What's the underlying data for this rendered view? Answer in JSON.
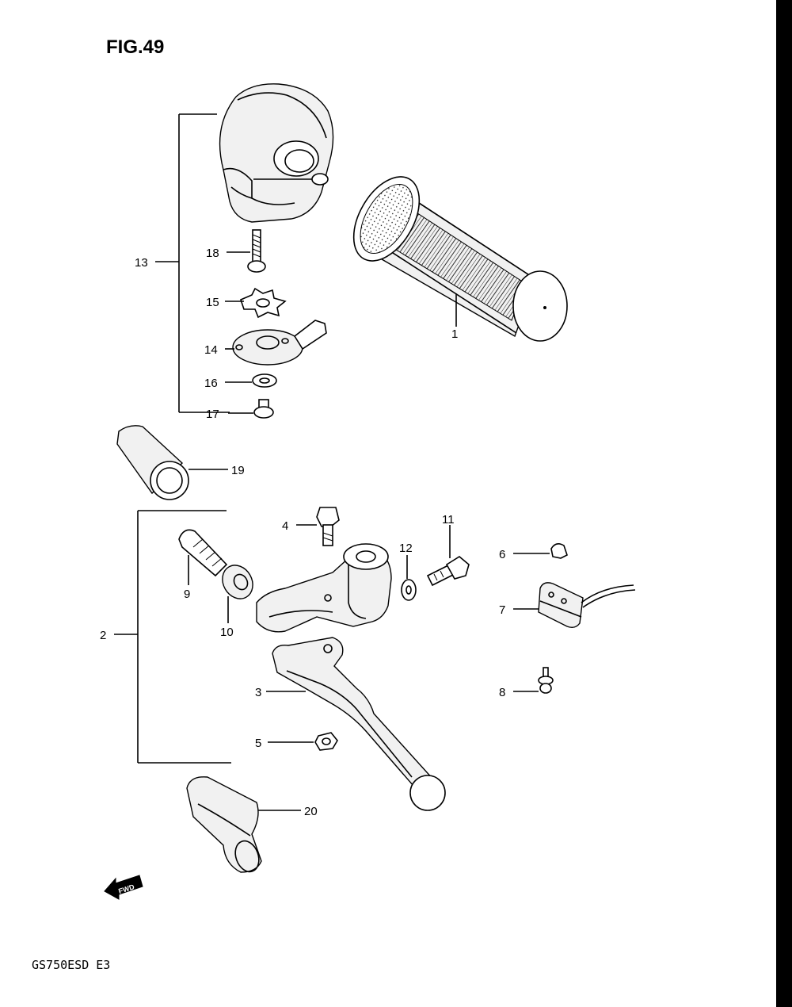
{
  "figure": {
    "title": "FIG.49",
    "model_code": "GS750ESD  E3",
    "fwd_badge": "FWD"
  },
  "callouts": [
    {
      "id": "1",
      "label": "1"
    },
    {
      "id": "2",
      "label": "2"
    },
    {
      "id": "3",
      "label": "3"
    },
    {
      "id": "4",
      "label": "4"
    },
    {
      "id": "5",
      "label": "5"
    },
    {
      "id": "6",
      "label": "6"
    },
    {
      "id": "7",
      "label": "7"
    },
    {
      "id": "8",
      "label": "8"
    },
    {
      "id": "9",
      "label": "9"
    },
    {
      "id": "10",
      "label": "10"
    },
    {
      "id": "11",
      "label": "11"
    },
    {
      "id": "12",
      "label": "12"
    },
    {
      "id": "13",
      "label": "13"
    },
    {
      "id": "14",
      "label": "14"
    },
    {
      "id": "15",
      "label": "15"
    },
    {
      "id": "16",
      "label": "16"
    },
    {
      "id": "17",
      "label": "17"
    },
    {
      "id": "18",
      "label": "18"
    },
    {
      "id": "19",
      "label": "19"
    },
    {
      "id": "20",
      "label": "20"
    }
  ]
}
